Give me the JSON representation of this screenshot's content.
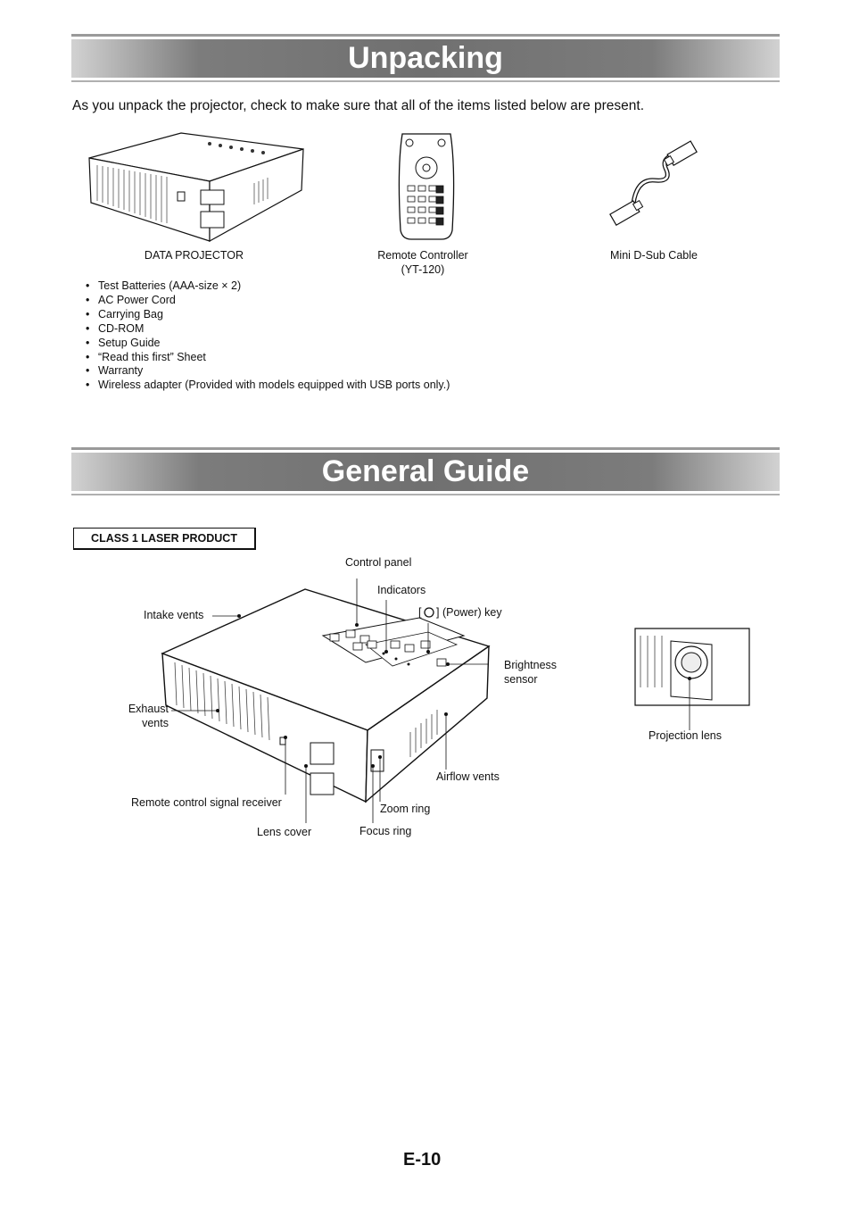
{
  "unpacking": {
    "title": "Unpacking",
    "intro": "As you unpack the projector, check to make sure that all of the items listed below are present.",
    "items": [
      {
        "caption": "DATA PROJECTOR"
      },
      {
        "caption_line1": "Remote Controller",
        "caption_line2": "(YT-120)"
      },
      {
        "caption": "Mini D-Sub Cable"
      }
    ],
    "bullets": [
      "Test Batteries (AAA-size × 2)",
      "AC Power Cord",
      "Carrying Bag",
      "CD-ROM",
      "Setup Guide",
      "“Read this first” Sheet",
      "Warranty",
      "Wireless adapter (Provided with models equipped with USB ports only.)"
    ]
  },
  "general_guide": {
    "title": "General Guide",
    "laser_label": "CLASS 1 LASER PRODUCT",
    "labels": {
      "control_panel": "Control panel",
      "indicators": "Indicators",
      "power_key": "] (Power) key",
      "power_key_open": "[",
      "intake_vents": "Intake vents",
      "brightness_sensor_line1": "Brightness",
      "brightness_sensor_line2": "sensor",
      "exhaust_vents_line1": "Exhaust",
      "exhaust_vents_line2": "vents",
      "airflow_vents": "Airflow vents",
      "remote_receiver": "Remote control signal receiver",
      "zoom_ring": "Zoom ring",
      "lens_cover": "Lens cover",
      "focus_ring": "Focus ring",
      "projection_lens": "Projection lens"
    }
  },
  "page_number": "E-10"
}
